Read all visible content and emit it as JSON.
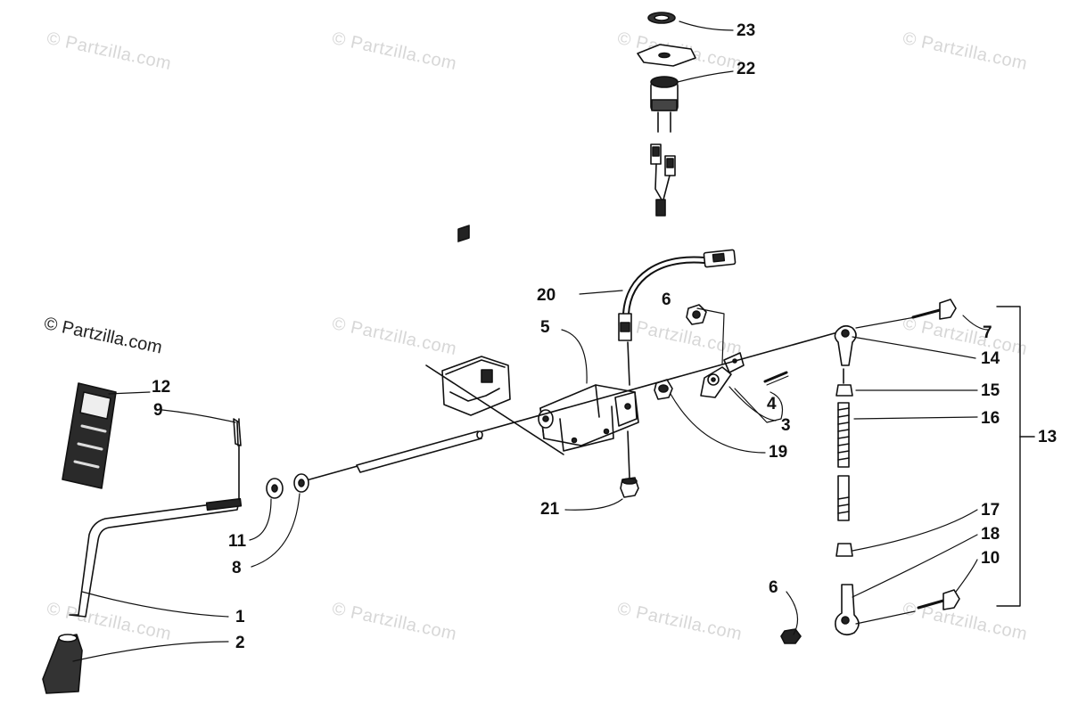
{
  "watermark": "© Partzilla.com",
  "corner_mark": "© Partzilla.com",
  "callouts": {
    "c1": "1",
    "c2": "2",
    "c3": "3",
    "c4": "4",
    "c5": "5",
    "c6a": "6",
    "c6b": "6",
    "c7": "7",
    "c8": "8",
    "c9": "9",
    "c10": "10",
    "c11": "11",
    "c12": "12",
    "c13": "13",
    "c14": "14",
    "c15": "15",
    "c16": "16",
    "c17": "17",
    "c18": "18",
    "c19": "19",
    "c20": "20",
    "c21": "21",
    "c22": "22",
    "c23": "23"
  }
}
